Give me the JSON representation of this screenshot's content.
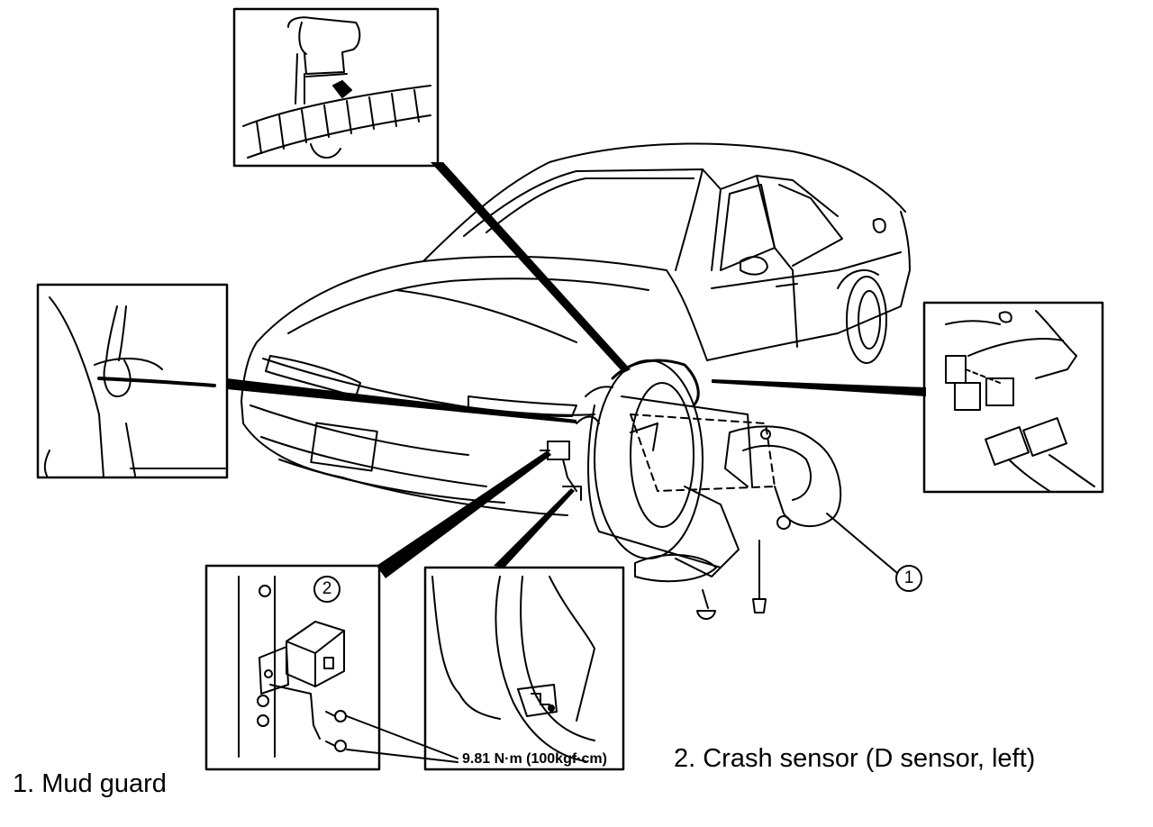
{
  "legend": {
    "item1": "1. Mud guard",
    "item2": "2. Crash sensor (D sensor, left)"
  },
  "callouts": {
    "one": "1",
    "two": "2"
  },
  "torque_spec": "9.81 N·m (100kgf·cm)",
  "colors": {
    "ink": "#000000",
    "paper": "#ffffff"
  }
}
